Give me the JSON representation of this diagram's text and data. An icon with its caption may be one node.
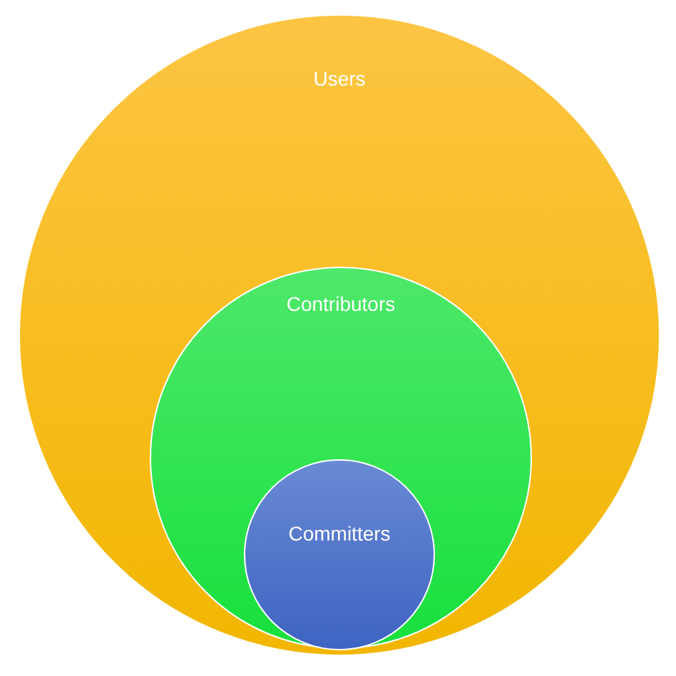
{
  "diagram": {
    "nodes": [
      {
        "text": [
          "Users"
        ]
      },
      {
        "text": [
          "Contributors"
        ],
        "in": 0
      },
      {
        "text": [
          "Committers"
        ],
        "in": 1
      }
    ]
  }
}
